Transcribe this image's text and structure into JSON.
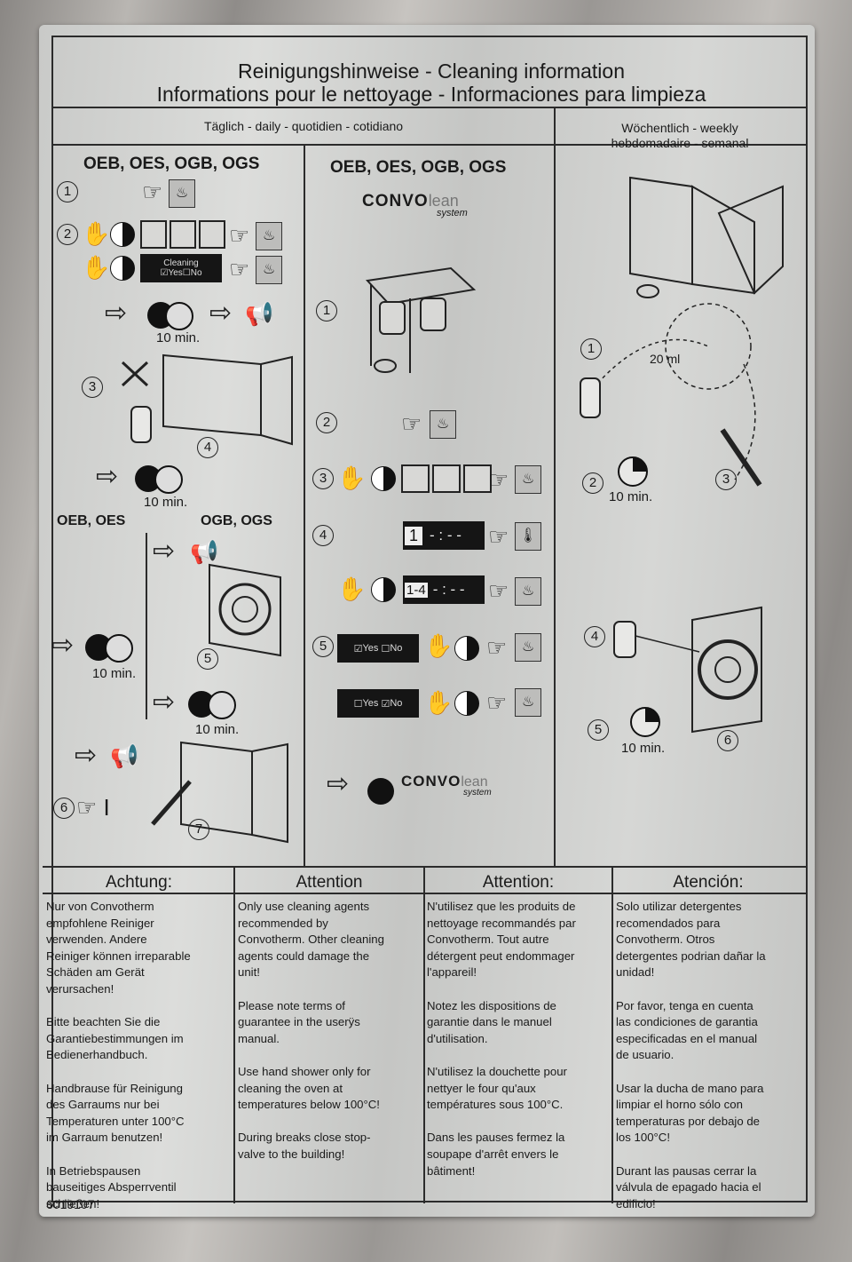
{
  "title_line1": "Reinigungshinweise - Cleaning information",
  "title_line2": "Informations pour le nettoyage - Informaciones para limpieza",
  "daily": "Täglich - daily - quotidien - cotidiano",
  "weekly_line1": "Wöchentlich - weekly",
  "weekly_line2": "hebdomadaire - semanal",
  "models": "OEB, OES, OGB, OGS",
  "models_left": "OEB, OES",
  "models_right": "OGB, OGS",
  "brand": "CONVO",
  "brand_suffix": "lean",
  "brand_sub": "system",
  "cleaning_label": "Cleaning",
  "yes": "Yes",
  "no": "No",
  "duration": "10 min.",
  "volume": "20 ml",
  "display_1": "1",
  "display_14": "1-4",
  "display_time": "- : - -",
  "steps": [
    "1",
    "2",
    "3",
    "4",
    "5",
    "6",
    "7"
  ],
  "warnings": [
    {
      "heading": "Achtung:",
      "body": "Nur von Convotherm\nempfohlene Reiniger\nverwenden. Andere\nReiniger können irreparable\nSchäden am Gerät\nverursachen!\n\nBitte beachten Sie die\nGarantiebestimmungen im\nBedienerhandbuch.\n\nHandbrause für Reinigung\ndes Garraums nur bei\nTemperaturen unter 100°C\nim Garraum benutzen!\n\nIn Betriebspausen\nbauseitiges Absperrventil\nschließen!"
    },
    {
      "heading": "Attention",
      "body": "Only use cleaning agents\nrecommended by\nConvotherm. Other cleaning\nagents could damage the\nunit!\n\nPlease note terms of\nguarantee in the userÿs\nmanual.\n\nUse hand shower only for\ncleaning the oven at\ntemperatures below 100°C!\n\nDuring breaks close stop-\nvalve to the building!"
    },
    {
      "heading": "Attention:",
      "body": "N'utilisez que les produits de\nnettoyage recommandés par\nConvotherm. Tout autre\ndétergent peut endommager\nl'appareil!\n\nNotez les dispositions de\ngarantie dans le manuel\nd'utilisation.\n\nN'utilisez la douchette pour\nnettyer le four qu'aux\ntempératures sous 100°C.\n\nDans les pauses fermez la\nsoupape d'arrêt envers le\nbâtiment!"
    },
    {
      "heading": "Atención:",
      "body": "Solo utilizar detergentes\nrecomendados para\nConvotherm. Otros\ndetergentes podrian dañar la\nunidad!\n\nPor favor, tenga en cuenta\nlas condiciones de garantia\nespecificadas en el manual\nde usuario.\n\nUsar la ducha de mano para\nlimpiar el horno sólo con\ntemperaturas por debajo de\nlos 100°C!\n\nDurant las pausas cerrar la\nválvula de epagado hacia el\nedificio!"
    }
  ],
  "part_number": "6019107",
  "colors": {
    "plate": "#d2d3d1",
    "ink": "#1f1f1f",
    "screen": "#151515"
  }
}
